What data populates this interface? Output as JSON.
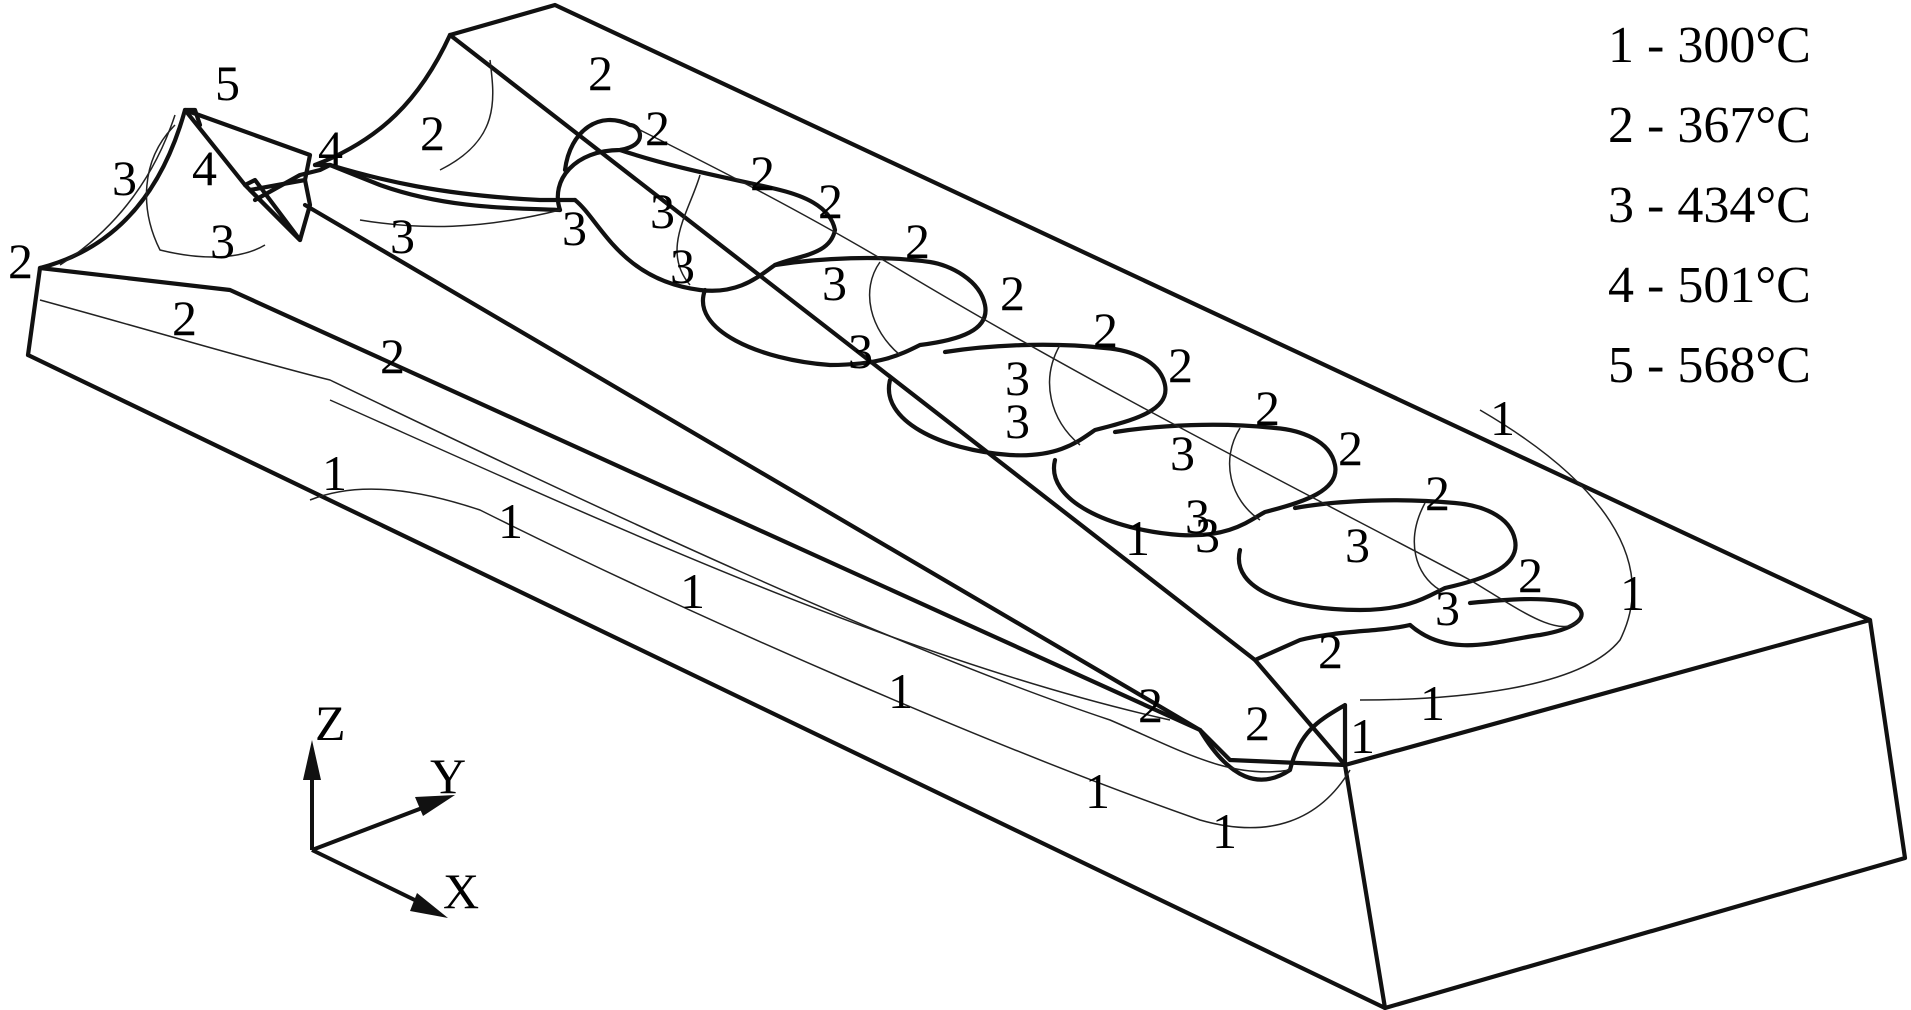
{
  "legend": {
    "entries": [
      {
        "number": "1",
        "temperature": "300°C",
        "text": "1 - 300°C"
      },
      {
        "number": "2",
        "temperature": "367°C",
        "text": "2 - 367°C"
      },
      {
        "number": "3",
        "temperature": "434°C",
        "text": "3 - 434°C"
      },
      {
        "number": "4",
        "temperature": "501°C",
        "text": "4 - 501°C"
      },
      {
        "number": "5",
        "temperature": "568°C",
        "text": "5 - 568°C"
      }
    ]
  },
  "axes": {
    "z": "Z",
    "y": "Y",
    "x": "X"
  },
  "contour_labels": [
    "5",
    "4",
    "4",
    "3",
    "3",
    "3",
    "2",
    "2",
    "2",
    "2",
    "2",
    "2",
    "2",
    "2",
    "2",
    "2",
    "2",
    "2",
    "2",
    "2",
    "2",
    "2",
    "2",
    "2",
    "2",
    "3",
    "3",
    "3",
    "3",
    "3",
    "3",
    "3",
    "3",
    "3",
    "3",
    "3",
    "3",
    "1",
    "1",
    "1",
    "1",
    "1",
    "1",
    "1",
    "1",
    "1",
    "1",
    "1"
  ]
}
